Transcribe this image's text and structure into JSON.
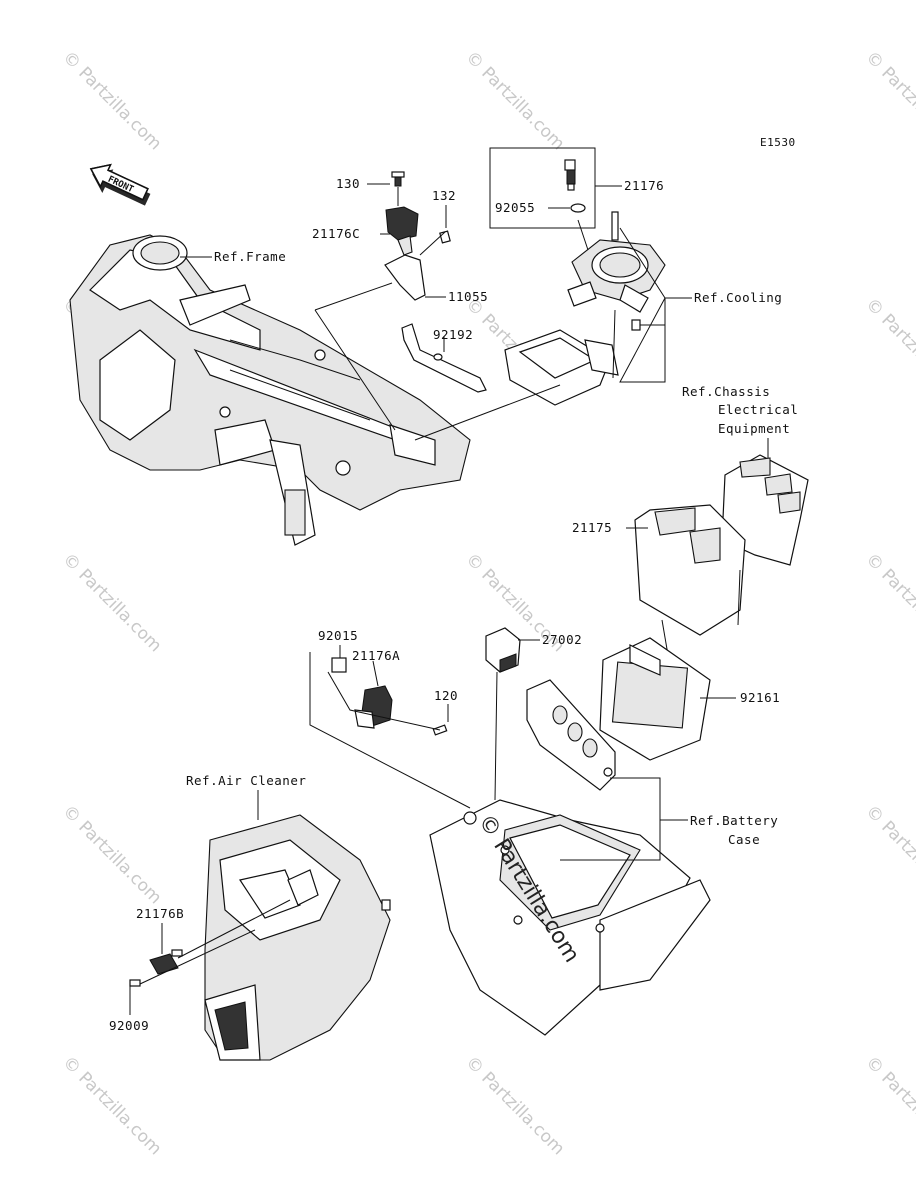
{
  "diagram": {
    "code": "E1530",
    "front_arrow_text": "FRONT",
    "watermark_text": "© Partzilla.com",
    "center_watermark_text": "© Partzilla.com",
    "callouts": {
      "p130": "130",
      "p132": "132",
      "p21176C": "21176C",
      "p11055": "11055",
      "p92192": "92192",
      "p21176": "21176",
      "p92055": "92055",
      "ref_frame": "Ref.Frame",
      "ref_cooling": "Ref.Cooling",
      "ref_chassis_1": "Ref.Chassis",
      "ref_chassis_2": "Electrical",
      "ref_chassis_3": "Equipment",
      "p21175": "21175",
      "p92015": "92015",
      "p21176A": "21176A",
      "p27002": "27002",
      "p120": "120",
      "p92161": "92161",
      "ref_air_cleaner": "Ref.Air Cleaner",
      "ref_battery_1": "Ref.Battery",
      "ref_battery_2": "Case",
      "p21176B": "21176B",
      "p92009": "92009"
    }
  }
}
